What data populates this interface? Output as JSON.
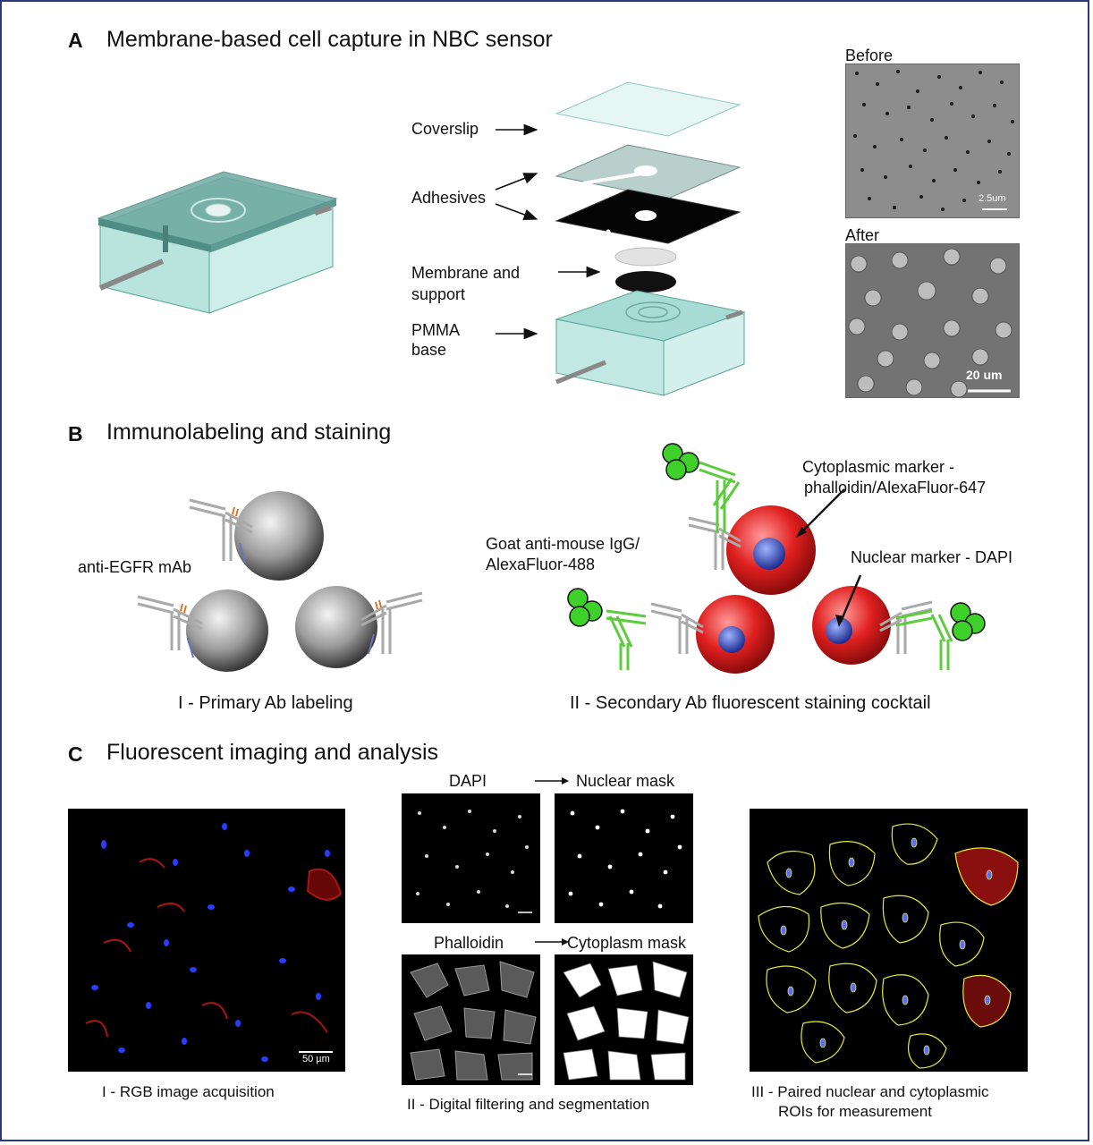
{
  "section_a": {
    "letter": "A",
    "title": "Membrane-based cell capture in NBC sensor",
    "layers": {
      "coverslip": "Coverslip",
      "adhesives": "Adhesives",
      "membrane_line1": "Membrane and",
      "membrane_line2": "support",
      "pmma_line1": "PMMA",
      "pmma_line2": "base"
    },
    "sem_before": {
      "label": "Before",
      "scale": "2.5um"
    },
    "sem_after": {
      "label": "After",
      "scale": "20 um"
    }
  },
  "section_b": {
    "letter": "B",
    "title": "Immunolabeling and staining",
    "primary_ab_label": "anti-EGFR mAb",
    "secondary_ab_line1": "Goat anti-mouse IgG/",
    "secondary_ab_line2": "AlexaFluor-488",
    "cyto_marker_line1": "Cytoplasmic marker -",
    "cyto_marker_line2": "phalloidin/AlexaFluor-647",
    "nuclear_marker": "Nuclear marker - DAPI",
    "caption_i": "I - Primary Ab labeling",
    "caption_ii": "II - Secondary Ab fluorescent staining cocktail"
  },
  "section_c": {
    "letter": "C",
    "title": "Fluorescent imaging and analysis",
    "rgb_scale": "50 µm",
    "dapi_label": "DAPI",
    "nuclear_mask_label": "Nuclear mask",
    "phalloidin_label": "Phalloidin",
    "cytoplasm_mask_label": "Cytoplasm mask",
    "caption_i": "I - RGB image acquisition",
    "caption_ii": "II - Digital filtering and segmentation",
    "caption_iii_line1": "III - Paired nuclear and cytoplasmic",
    "caption_iii_line2": "ROIs for measurement"
  },
  "colors": {
    "frame": "#283a78",
    "device_teal": "#7fc8c0",
    "antibody_green": "#5ccc3c",
    "cell_red": "#e02020",
    "nucleus_blue": "#3050c8",
    "roi_yellow": "#e8e83a"
  }
}
